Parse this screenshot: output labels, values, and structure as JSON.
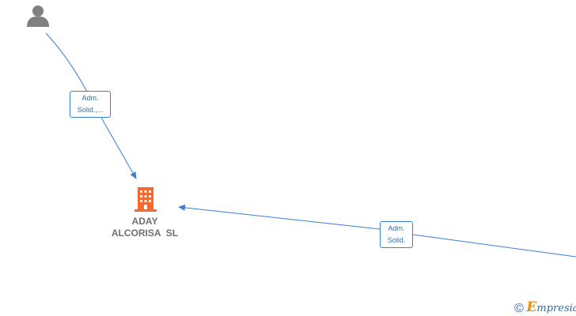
{
  "graph": {
    "nodes": [
      {
        "id": "person",
        "type": "person",
        "label": ""
      },
      {
        "id": "company",
        "type": "company",
        "label_lines": [
          "ADAY",
          "ALCORISA  SL"
        ]
      }
    ],
    "edges": [
      {
        "from": "person",
        "to": "company",
        "label_lines": [
          "Adm.",
          "Solid.,..."
        ]
      },
      {
        "from": "offscreen-right",
        "to": "company",
        "label_lines": [
          "Adm.",
          "Solid."
        ]
      }
    ]
  },
  "colors": {
    "edge": "#3a7fd1",
    "person_icon": "#808080",
    "company_icon": "#f26a32",
    "label_text": "#6f6f6f",
    "brand": "#2b6bb3",
    "brand_accent": "#f08a00"
  },
  "brand": {
    "copyright_symbol": "©",
    "logo_letter": "E",
    "logo_rest": "mpresia"
  }
}
